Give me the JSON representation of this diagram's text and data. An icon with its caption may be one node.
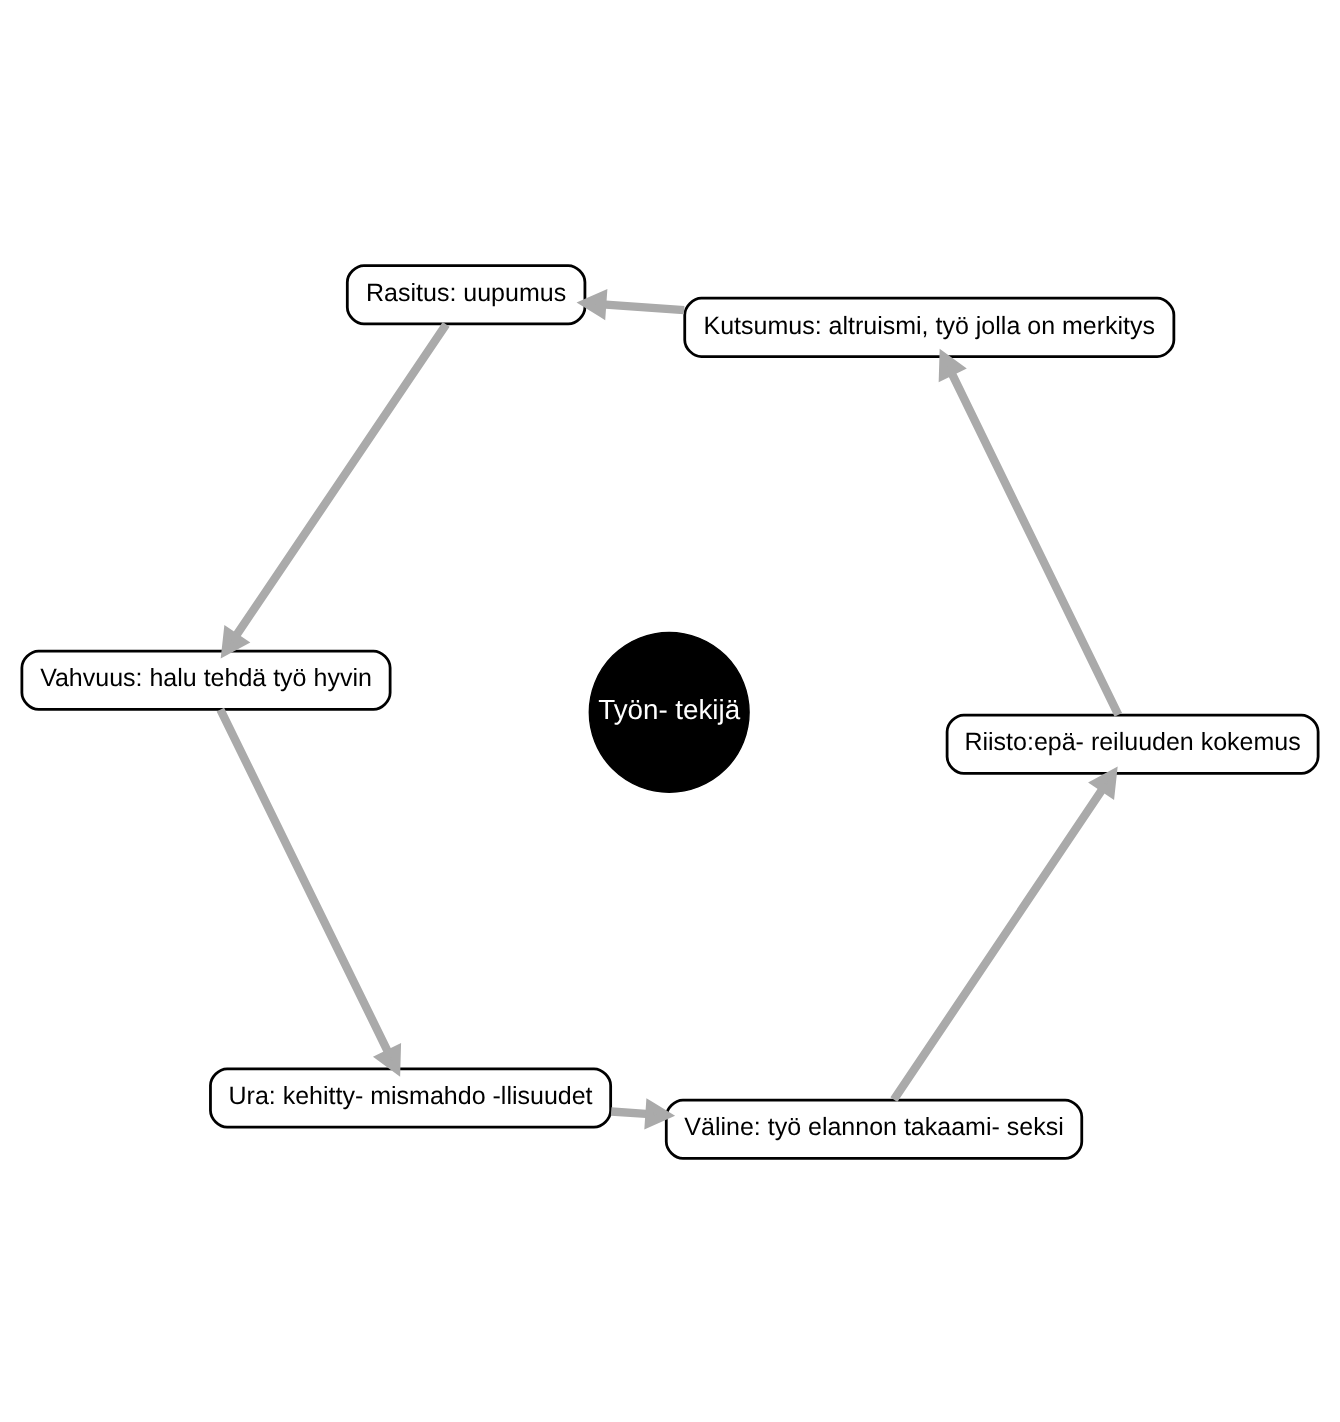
{
  "diagram": {
    "nodes": [
      {
        "text": [
          "Riisto:epä- reiluuden kokemus"
        ]
      },
      {
        "text": [
          "Kutsumus: altruismi, työ jolla on merkitys"
        ]
      },
      {
        "text": [
          "Väline: työ elannon takaami- seksi"
        ]
      },
      {
        "text": [
          "Työn- tekijä"
        ]
      },
      {
        "text": [
          "Rasitus: uupumus"
        ]
      },
      {
        "text": [
          "Ura: kehitty- mismahdo -llisuudet"
        ]
      },
      {
        "text": [
          "Vahvuus: halu tehdä työ hyvin"
        ]
      }
    ],
    "edges": [
      {
        "from": 0,
        "to": 1,
        "arrow": "to"
      },
      {
        "from": 1,
        "to": 4,
        "arrow": "to"
      },
      {
        "from": 4,
        "to": 6,
        "arrow": "to"
      },
      {
        "from": 6,
        "to": 5,
        "arrow": "to"
      },
      {
        "from": 5,
        "to": 2,
        "arrow": "to"
      },
      {
        "from": 2,
        "to": 0,
        "arrow": "to"
      }
    ]
  }
}
